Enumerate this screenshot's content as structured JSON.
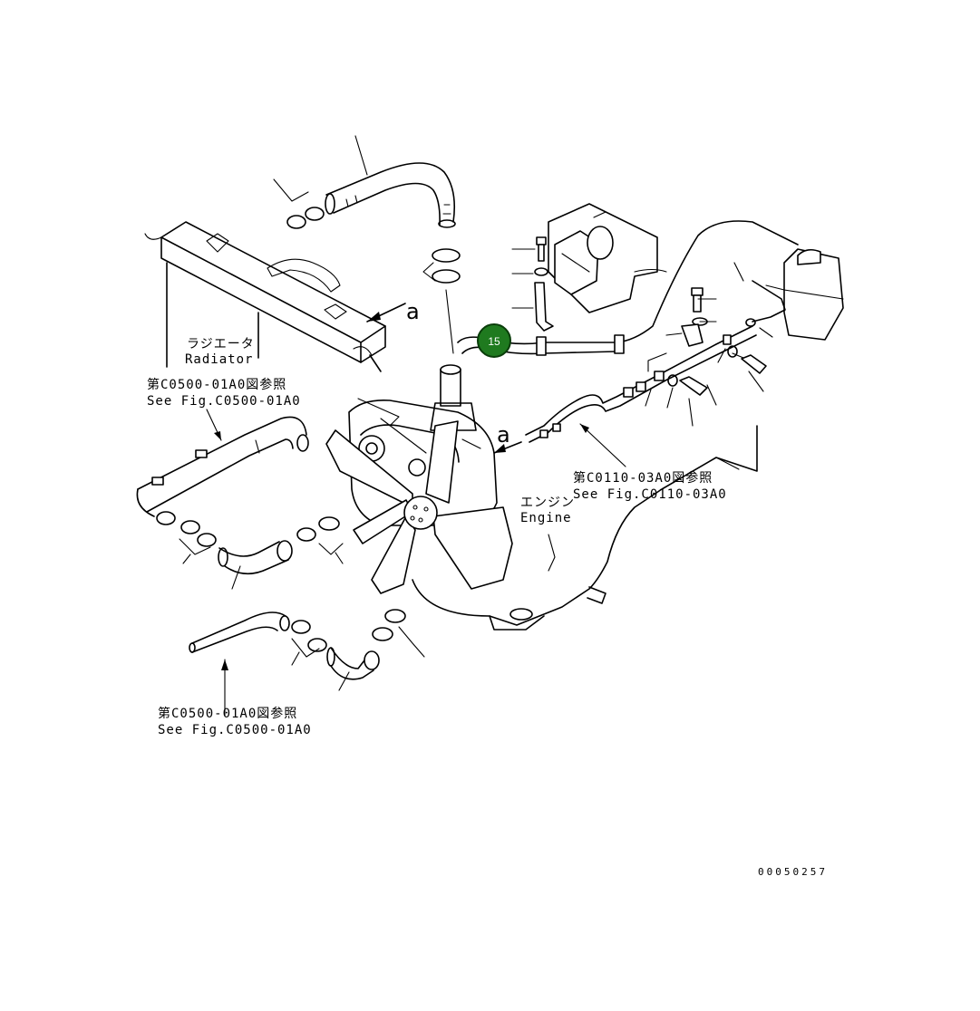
{
  "labels": {
    "radiator_jp": "ラジエータ",
    "radiator_en": "Radiator",
    "ref1_jp": "第C0500-01A0図参照",
    "ref1_en": "See Fig.C0500-01A0",
    "ref2_jp": "第C0110-03A0図参照",
    "ref2_en": "See Fig.C0110-03A0",
    "engine_jp": "エンジン",
    "engine_en": "Engine",
    "ref3_jp": "第C0500-01A0図参照",
    "ref3_en": "See Fig.C0500-01A0",
    "arrow_a_top": "a",
    "arrow_a_mid": "a",
    "drawing_number": "00050257"
  },
  "callout": {
    "number": "15",
    "color": "#1f7a1f"
  }
}
